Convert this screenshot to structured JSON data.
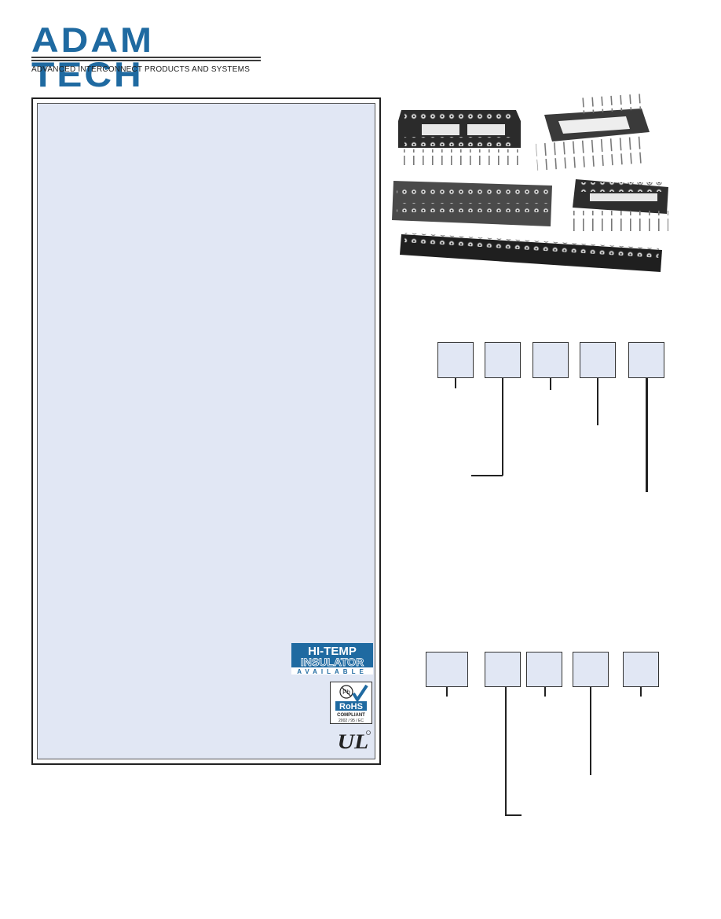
{
  "header": {
    "logo_text": "ADAM TECH",
    "tagline": "ADVANCED INTERCONNECT PRODUCTS AND SYSTEMS"
  },
  "badges": {
    "hitemp_line1": "HI-TEMP",
    "hitemp_line2": "INSULATOR",
    "hitemp_line3": "AVAILABLE",
    "rohs_symbol": "Pb",
    "rohs_title": "RoHS",
    "rohs_sub": "COMPLIANT",
    "rohs_ref": "2002 / 95 / EC",
    "ul_mark": "UL"
  },
  "colors": {
    "brand_blue": "#1f6aa1",
    "panel_fill": "#e1e7f4",
    "box_fill": "#e1e7f4"
  },
  "diagrams": {
    "top_box_count": 5,
    "bottom_box_count": 5
  }
}
